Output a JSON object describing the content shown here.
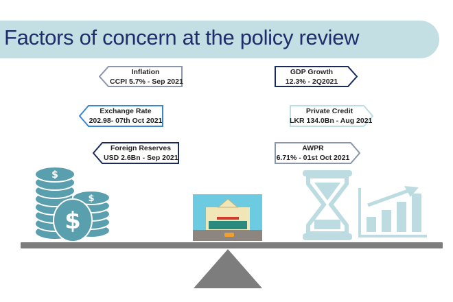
{
  "title": "Factors of concern at the policy review",
  "indicators": [
    {
      "name": "Inflation",
      "value": "CCPI 5.7% - Sep 2021",
      "color": "#8a94ad"
    },
    {
      "name": "Exchange Rate",
      "value": "202.98- 07th Oct 2021",
      "color": "#3a86d0"
    },
    {
      "name": "Foreign Reserves",
      "value": "USD 2.6Bn - Sep 2021",
      "color": "#1b2a5e"
    },
    {
      "name": "GDP Growth",
      "value": "12.3% - 2Q2021",
      "color": "#1b2a5e"
    },
    {
      "name": "Private Credit",
      "value": "LKR 134.0Bn - Aug 2021",
      "color": "#bcdde3"
    },
    {
      "name": "AWPR",
      "value": "6.71% - 01st Oct 2021",
      "color": "#8a94ad"
    }
  ]
}
